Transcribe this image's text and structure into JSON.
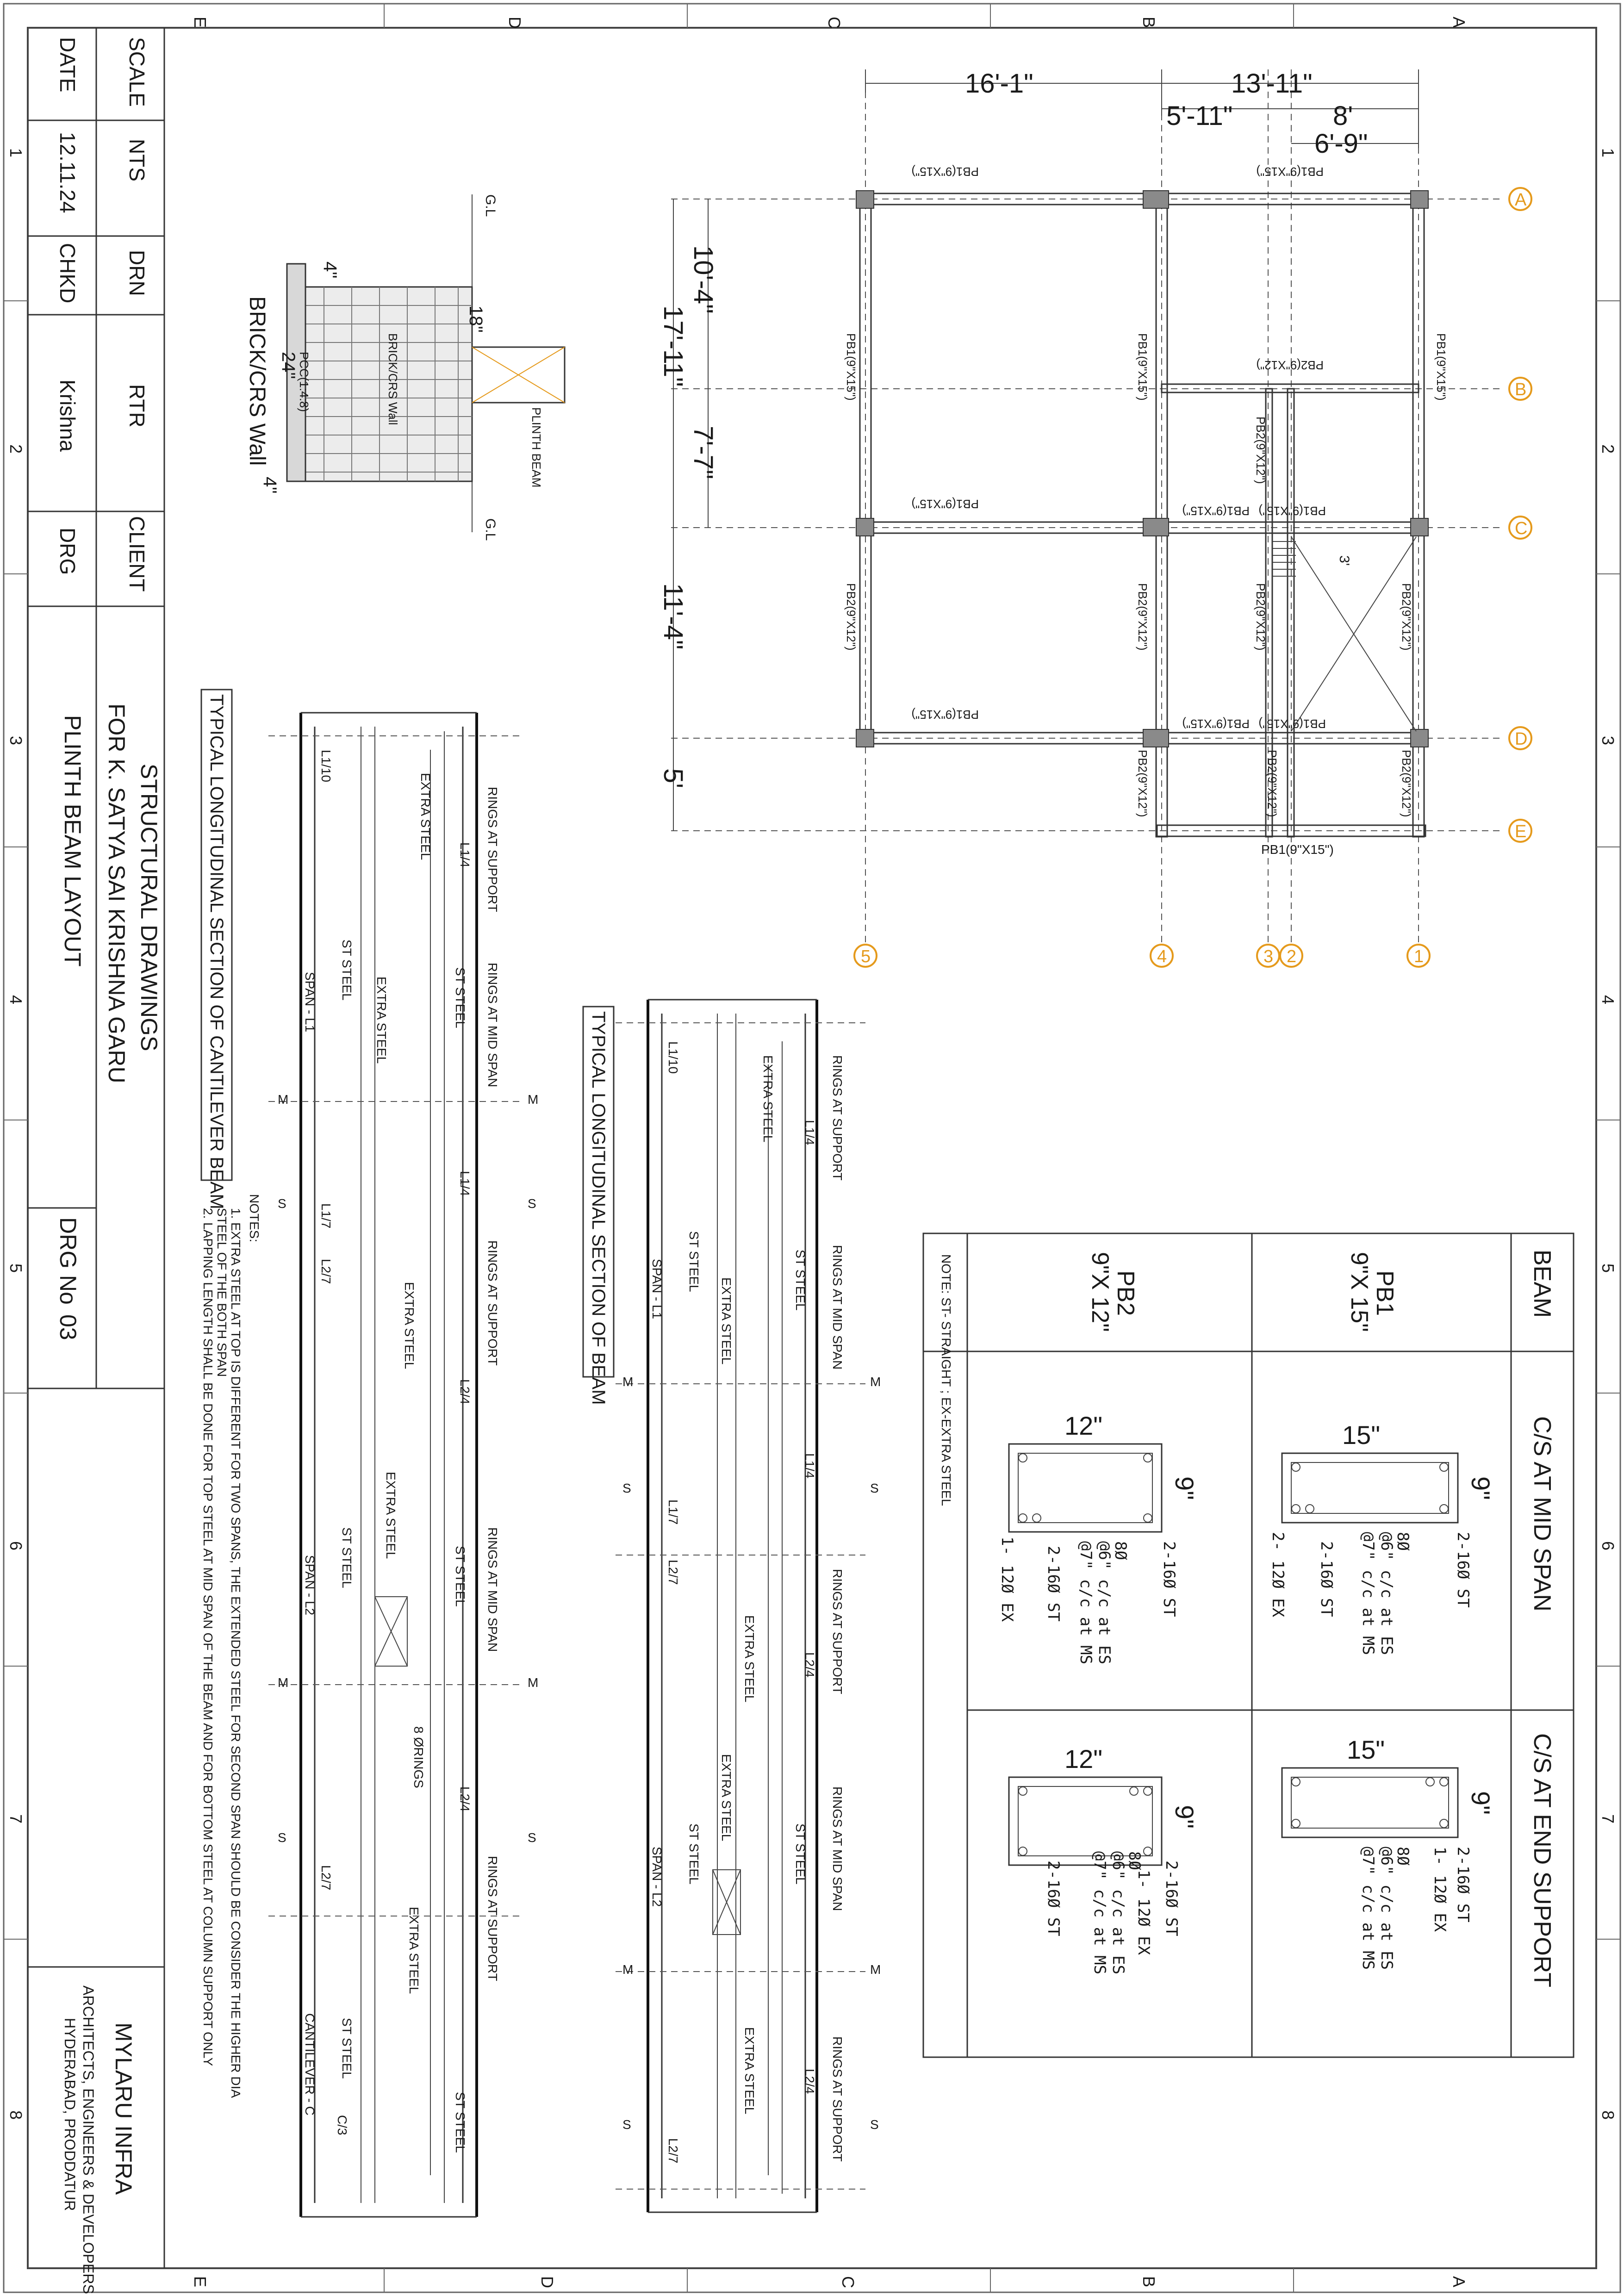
{
  "title_block": {
    "scale_label": "SCALE",
    "scale_value": "NTS",
    "date_label": "DATE",
    "date_value": "12.11.24",
    "drn_label": "DRN",
    "chkd_label": "CHKD",
    "rtr_label": "RTR",
    "rtr_value": "Krishna",
    "client_label": "CLIENT",
    "drg_label": "DRG",
    "project_line1": "STRUCTURAL DRAWINGS",
    "project_line2": "FOR K. SATYA SAI KRISHNA GARU",
    "drawing_title": "PLINTH BEAM  LAYOUT",
    "drg_no_label": "DRG No",
    "drg_no_value": "03",
    "company_name": "MYLARU INFRA",
    "company_line2": "ARCHITECTS, ENGINEERS & DEVELOPERS",
    "company_line3": "HYDERABAD, PRODDATUR"
  },
  "border_marks": {
    "letters": [
      "A",
      "B",
      "C",
      "D",
      "E"
    ],
    "numbers": [
      "1",
      "2",
      "3",
      "4",
      "5",
      "6",
      "7",
      "8"
    ]
  },
  "plan": {
    "dims_top": [
      "16'-1\"",
      "13'-11\"",
      "5'-11\"",
      "8'",
      "6'-9\""
    ],
    "dims_left": [
      "10'-4\"",
      "17'-11\"",
      "7'-7\"",
      "11'-4\"",
      "5'"
    ],
    "grid_letters": [
      "A",
      "B",
      "C",
      "D",
      "E"
    ],
    "grid_numbers": [
      "1",
      "2",
      "3",
      "4",
      "5"
    ],
    "beam_pb1": "PB1(9\"X15\")",
    "beam_pb2": "PB2(9\"X12\")",
    "bottom_beam": "PB1(9\"X15\")",
    "stair_dim": "3'"
  },
  "wall_section": {
    "gl": "G.L",
    "plinth_beam": "PLINTH BEAM",
    "wall_label": "BRICK/CRS Wall",
    "pcc_label": "PCC(1:4:8)",
    "title": "BRICK/CRS  Wall",
    "dim_18": "18\"",
    "dim_24": "24\"",
    "dim_4a": "4\"",
    "dim_4b": "4\""
  },
  "beam_table": {
    "header_beam": "BEAM",
    "header_mid": "C/S AT MID SPAN",
    "header_end": "C/S AT END SUPPORT",
    "pb1_name": "PB1",
    "pb1_size": "9\"X 15\"",
    "pb2_name": "PB2",
    "pb2_size": "9\"X 12\"",
    "note": "NOTE: ST- STRAIGHT ; EX-EXTRA STEEL",
    "w15": "15\"",
    "w12": "12\"",
    "d9": "9\"",
    "bars_216st": "2-16Ø ST",
    "bars_212ex": "2- 12Ø EX",
    "bars_112ex": "1- 12Ø EX",
    "rings_8": "8Ø",
    "rings_es": "@6\" c/c at ES",
    "rings_ms": "@7\" c/c at MS"
  },
  "long_beam": {
    "title": "TYPICAL LONGITUDINAL SECTION OF BEAM",
    "rings_support": "RINGS AT SUPPORT",
    "rings_mid": "RINGS AT MID SPAN",
    "extra_steel": "EXTRA STEEL",
    "st_steel": "ST STEEL",
    "span1": "SPAN - L1",
    "span2": "SPAN - L2",
    "l1_4": "L1/4",
    "l2_4": "L2/4",
    "l1_10": "L1/10",
    "l1_7": "L1/7",
    "l2_7": "L2/7",
    "m": "M",
    "s": "S"
  },
  "cant_beam": {
    "title": "TYPICAL LONGITUDINAL SECTION OF CANTILEVER BEAM",
    "cantilever": "CANTILEVER - C",
    "c_3": "C/3",
    "rings_8": "8 ØRINGS"
  },
  "notes": {
    "title": "NOTES:",
    "n1a": "1.   EXTRA STEEL AT TOP IS DIFFERENT FOR TWO SPANS, THE EXTENDED STEEL FOR SECOND SPAN SHOULD BE CONSIDER THE HIGHER DIA",
    "n1b": "      STEEL OF THE BOTH SPAN",
    "n2": "2.   LAPPING LENGTH SHALL BE DONE FOR TOP STEEL AT MID SPAN OF THE BEAM AND FOR BOTTOM STEEL AT COLUMN SUPPORT ONLY"
  }
}
